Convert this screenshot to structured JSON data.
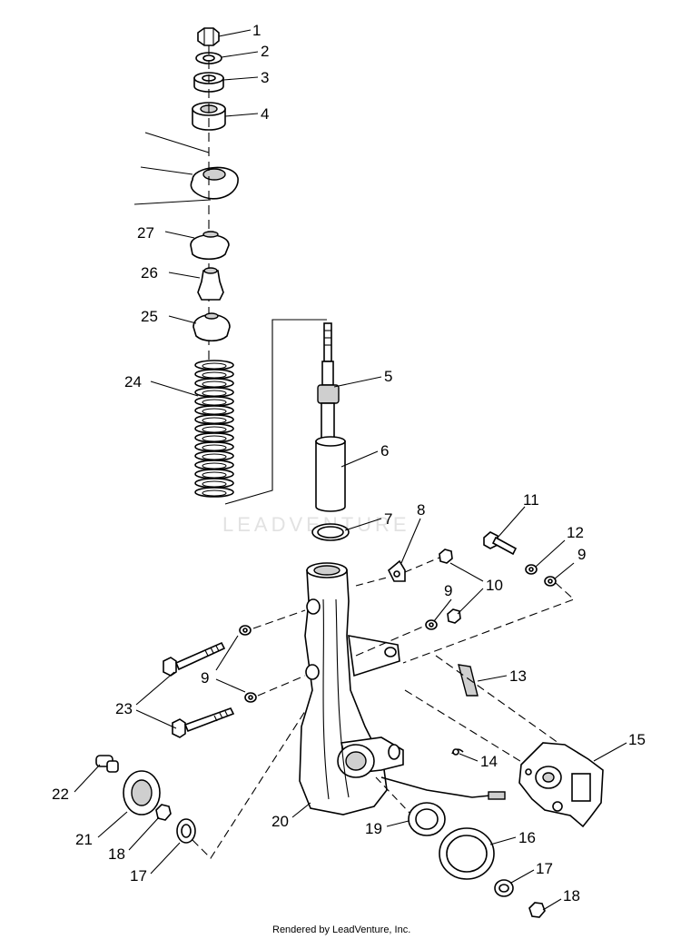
{
  "watermark": "LEADVENTURE",
  "footer": "Rendered by LeadVenture, Inc.",
  "callouts": {
    "c1": "1",
    "c2": "2",
    "c3": "3",
    "c4": "4",
    "c5": "5",
    "c6": "6",
    "c7": "7",
    "c8": "8",
    "c9a": "9",
    "c9b": "9",
    "c9c": "9",
    "c10": "10",
    "c11": "11",
    "c12": "12",
    "c13": "13",
    "c14": "14",
    "c15": "15",
    "c16": "16",
    "c17a": "17",
    "c17b": "17",
    "c18a": "18",
    "c18b": "18",
    "c19": "19",
    "c20": "20",
    "c21": "21",
    "c22": "22",
    "c23": "23",
    "c24": "24",
    "c25": "25",
    "c26": "26",
    "c27": "27"
  }
}
